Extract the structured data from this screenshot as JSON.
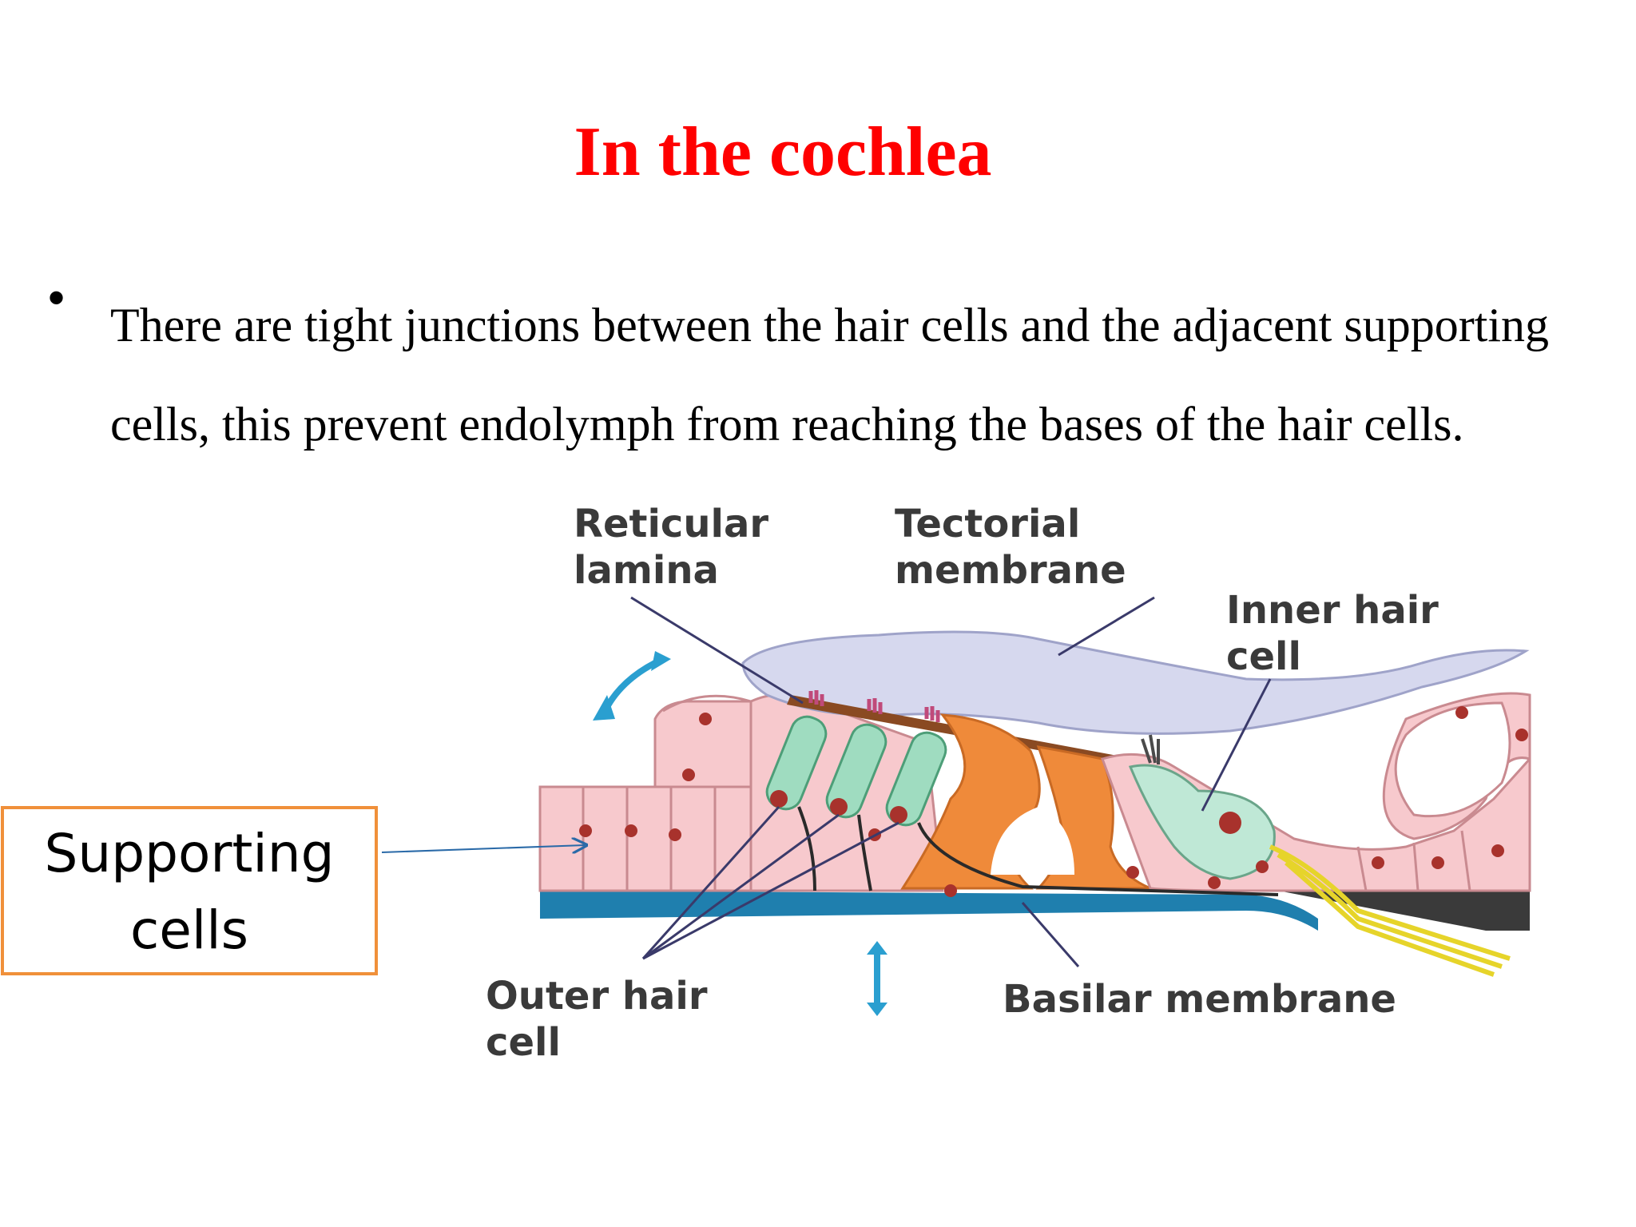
{
  "slide": {
    "title": "In the cochlea",
    "bullet": "There are tight junctions between the hair cells and the adjacent supporting cells, this prevent endolymph from reaching the bases of the hair cells."
  },
  "diagram": {
    "labels": {
      "reticular_lamina_1": "Reticular",
      "reticular_lamina_2": "lamina",
      "tectorial_membrane_1": "Tectorial",
      "tectorial_membrane_2": "membrane",
      "inner_hair_cell_1": "Inner hair",
      "inner_hair_cell_2": "cell",
      "outer_hair_cell_1": "Outer hair",
      "outer_hair_cell_2": "cell",
      "basilar_membrane": "Basilar membrane"
    },
    "colors": {
      "tectorial": "#d6d8ee",
      "supporting": "#f7c9cd",
      "pillar": "#ef8a3a",
      "outer_hair": "#9fdcc0",
      "inner_hair": "#bfe8d6",
      "basilar": "#1f7fae",
      "nucleus": "#a8322c",
      "motion_arrow": "#2a9fd0"
    }
  },
  "callout": {
    "line1": "Supporting",
    "line2": "cells",
    "border_color": "#f0903a"
  }
}
